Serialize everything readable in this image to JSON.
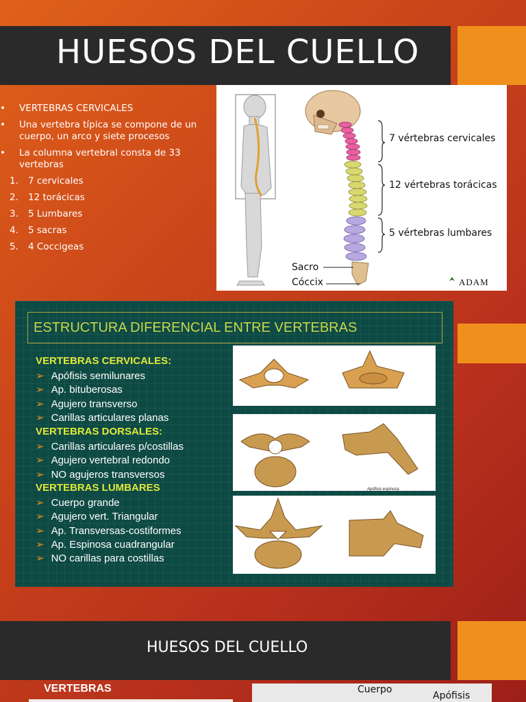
{
  "slide1": {
    "title": "HUESOS DEL CUELLO",
    "bullets": [
      "VERTEBRAS CERVICALES",
      "Una vertebra típica se compone de un cuerpo, un arco y siete procesos",
      "La columna vertebral consta de 33 vertebras"
    ],
    "numbered": [
      {
        "num": "1.",
        "text": "7 cervicales"
      },
      {
        "num": "2.",
        "text": "12 torácicas"
      },
      {
        "num": "3.",
        "text": "5 Lumbares"
      },
      {
        "num": "4.",
        "text": "5 sacras"
      },
      {
        "num": "5.",
        "text": "4 Coccigeas"
      }
    ],
    "figure": {
      "label_cervical": "7 vértebras cervicales",
      "label_thoracic": "12 vértebras torácicas",
      "label_lumbar": "5 vértebras lumbares",
      "label_sacrum": "Sacro",
      "label_coccyx": "Cóccix",
      "credit": "ADAM"
    }
  },
  "slide2": {
    "title": "ESTRUCTURA DIFERENCIAL ENTRE VERTEBRAS",
    "sections": [
      {
        "heading": "VERTEBRAS CERVICALES:",
        "items": [
          "Apófisis semilunares",
          "Ap. bituberosas",
          "Agujero transverso",
          "Carillas articulares planas"
        ]
      },
      {
        "heading": "VERTEBRAS DORSALES:",
        "items": [
          "Carillas articulares p/costillas",
          "Agujero vertebral redondo",
          "NO agujeros transversos"
        ]
      },
      {
        "heading": "VERTEBRAS LUMBARES",
        "items": [
          "Cuerpo grande",
          "Agujero vert. Triangular",
          "Ap. Transversas-costiformes",
          "Ap. Espinosa cuadrangular",
          "NO carillas para costillas"
        ]
      }
    ],
    "image_labels": {
      "espinosa": "Apófisis espinosa"
    }
  },
  "slide3": {
    "title": "HUESOS DEL CUELLO",
    "subheading": "VERTEBRAS",
    "img_label_1": "Cuerpo",
    "img_label_2": "Apófisis"
  },
  "colors": {
    "accent": "#f0901c",
    "title_bar": "#2a2a2a",
    "board": "#0e4a44",
    "board_heading": "#e0e83a"
  }
}
